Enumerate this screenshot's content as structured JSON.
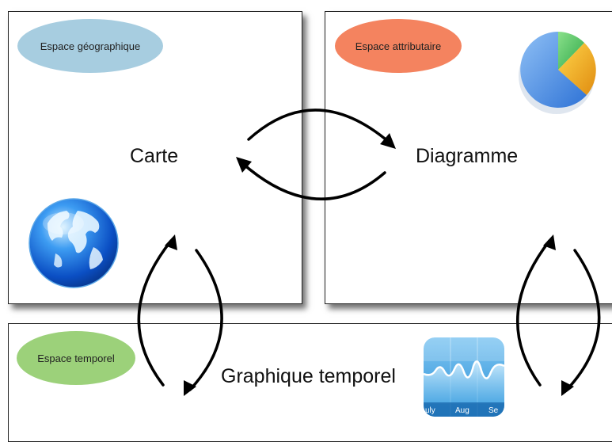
{
  "spaces": {
    "geographic": {
      "badge": "Espace géographique",
      "title": "Carte",
      "icon": "globe-icon"
    },
    "attribute": {
      "badge": "Espace attributaire",
      "title": "Diagramme",
      "icon": "pie-chart-icon"
    },
    "temporal": {
      "badge": "Espace temporel",
      "title": "Graphique temporel",
      "icon": "stocks-chart-icon",
      "icon_ticks": [
        "uly",
        "Aug",
        "Se"
      ]
    }
  },
  "colors": {
    "geographic_badge": "#a7cde0",
    "attribute_badge": "#f4835f",
    "temporal_badge": "#9cd17a"
  }
}
